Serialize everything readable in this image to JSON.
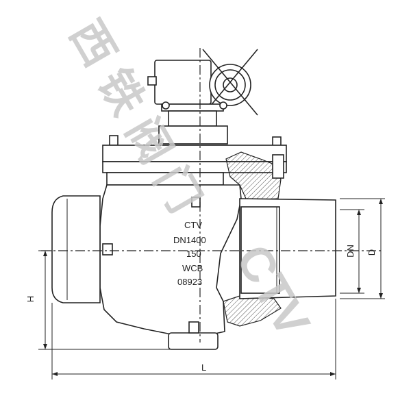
{
  "watermark": {
    "cn": "西铁阀门",
    "en": "CTV"
  },
  "nameplate": {
    "line1": "CTV",
    "line2": "DN1400",
    "line3": "150",
    "line4": "WCB",
    "line5": "08923"
  },
  "dimensions": {
    "dn": "DN",
    "d": "D",
    "h": "H",
    "l": "L"
  }
}
